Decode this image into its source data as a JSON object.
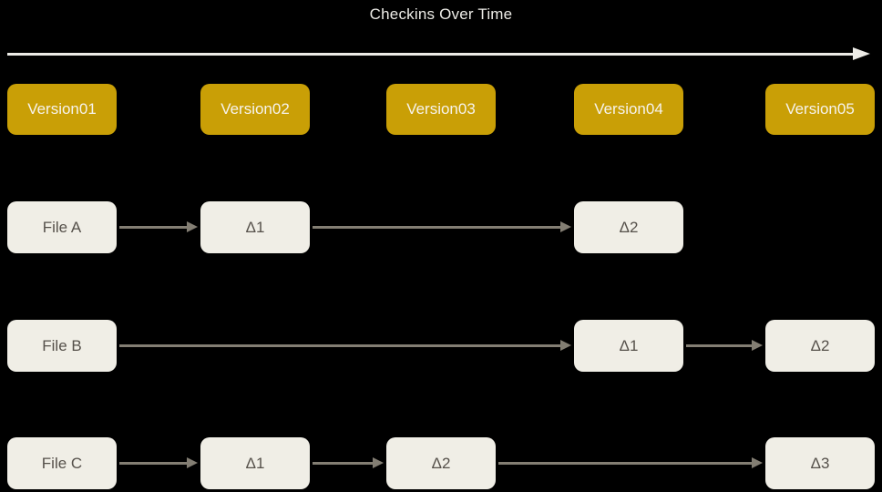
{
  "title": "Checkins Over Time",
  "versions": [
    {
      "label": "Version01"
    },
    {
      "label": "Version02"
    },
    {
      "label": "Version03"
    },
    {
      "label": "Version04"
    },
    {
      "label": "Version05"
    }
  ],
  "files": [
    {
      "label": "File A",
      "deltas": [
        {
          "label": "Δ1",
          "version": 2
        },
        {
          "label": "Δ2",
          "version": 4
        }
      ]
    },
    {
      "label": "File B",
      "deltas": [
        {
          "label": "Δ1",
          "version": 4
        },
        {
          "label": "Δ2",
          "version": 5
        }
      ]
    },
    {
      "label": "File C",
      "deltas": [
        {
          "label": "Δ1",
          "version": 2
        },
        {
          "label": "Δ2",
          "version": 3
        },
        {
          "label": "Δ3",
          "version": 5
        }
      ]
    }
  ],
  "colors": {
    "background": "#000000",
    "version_box": "#C99F06",
    "version_text": "#F6F3ED",
    "file_box": "#F0EEE6",
    "file_text": "#55504A",
    "row_arrow": "#837E73",
    "timeline_and_title": "#EDECE7"
  }
}
